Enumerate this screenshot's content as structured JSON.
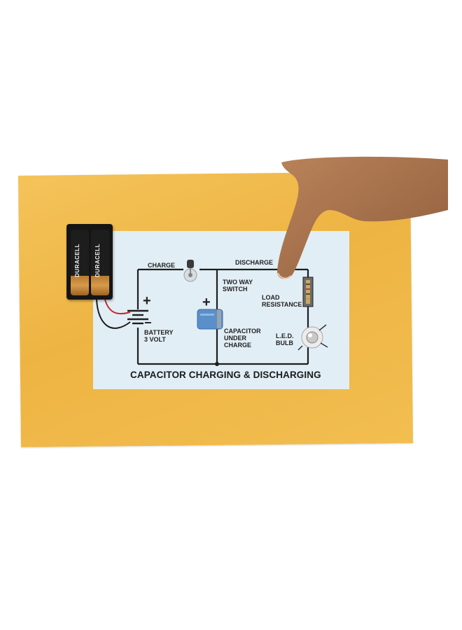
{
  "labels": {
    "charge": "CHARGE",
    "discharge": "DISCHARGE",
    "two_way_switch": "TWO WAY\nSWITCH",
    "load_resistance": "LOAD\nRESISTANCE",
    "battery": "BATTERY\n3 VOLT",
    "capacitor": "CAPACITOR\nUNDER\nCHARGE",
    "led_bulb": "L.E.D.\nBULB",
    "plus_battery": "+",
    "minus_battery": "−",
    "plus_capacitor": "+",
    "title": "CAPACITOR CHARGING & DISCHARGING"
  },
  "battery_brand": "DURACELL",
  "colors": {
    "board": "#efb848",
    "paper": "#e2eef5",
    "wire": "#1e1e1e",
    "capacitor": "#5b8fc9",
    "skin": "#a9744f"
  }
}
